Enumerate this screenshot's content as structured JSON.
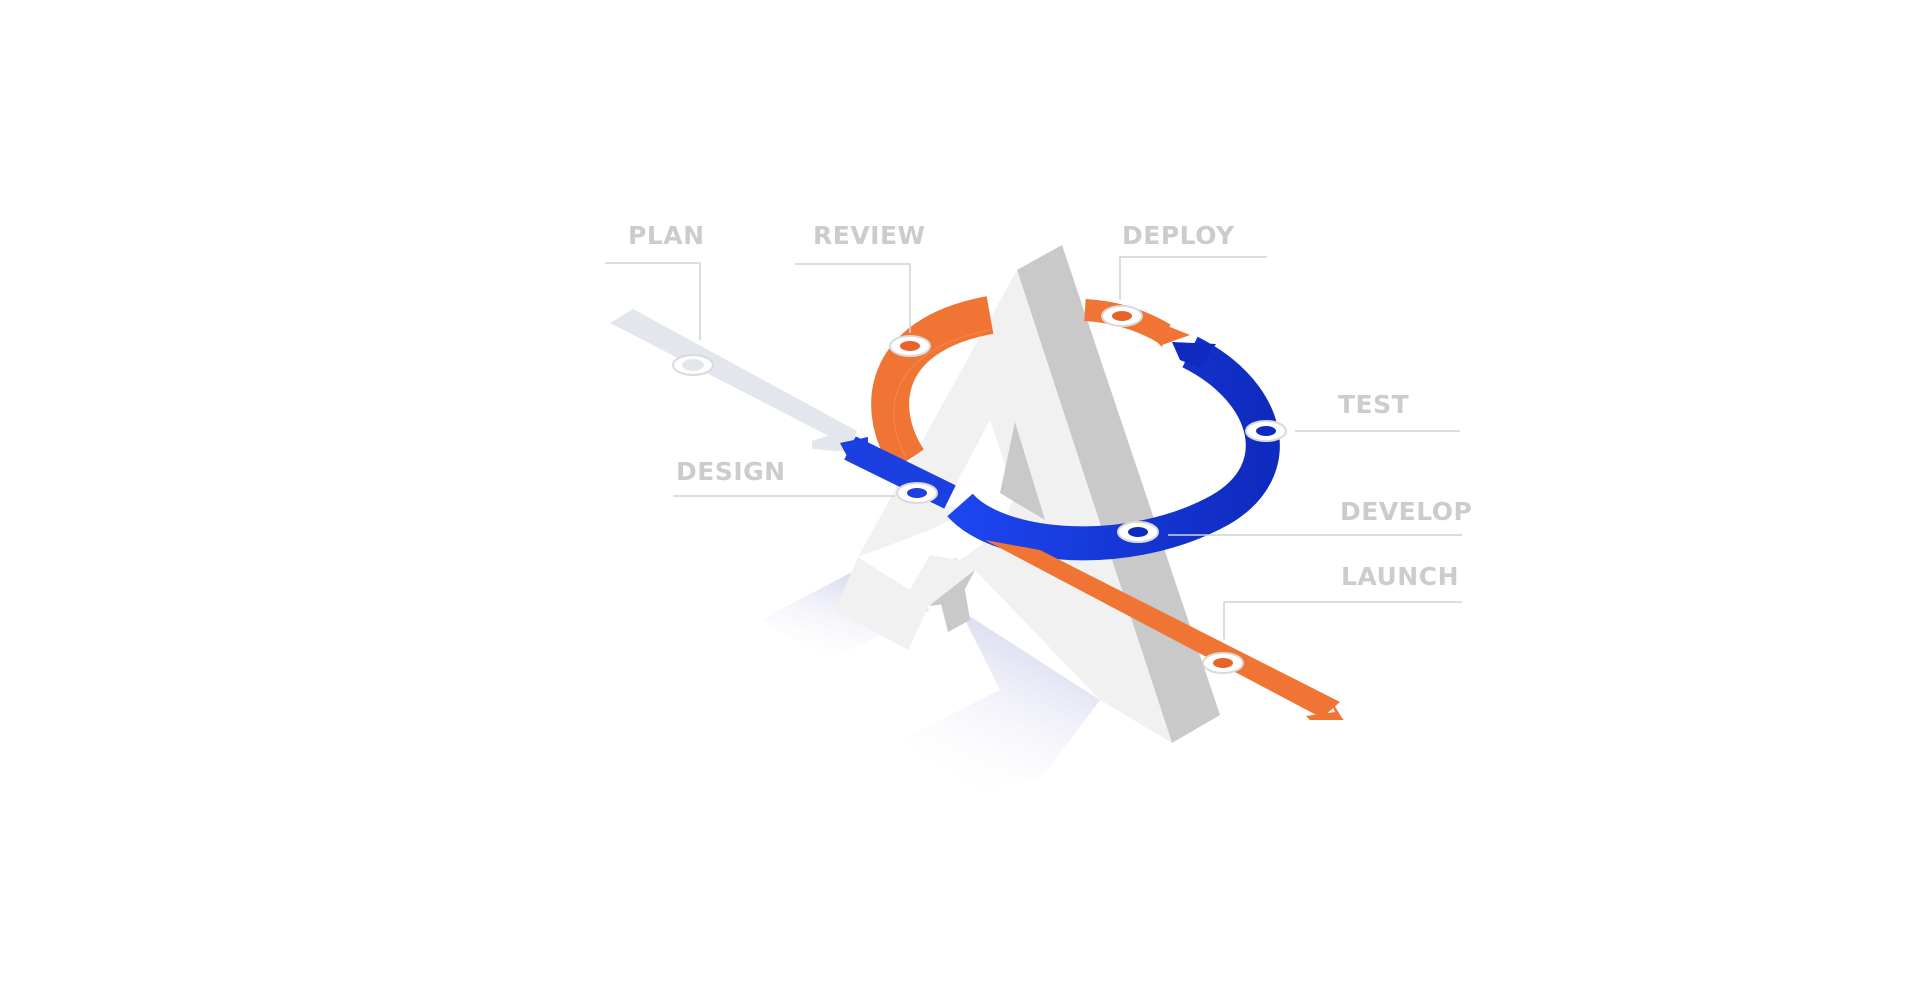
{
  "stages": {
    "plan": "PLAN",
    "review": "REVIEW",
    "deploy": "DEPLOY",
    "test": "TEST",
    "design": "DESIGN",
    "develop": "DEVELOP",
    "launch": "LAUNCH"
  },
  "colors": {
    "label": "#cccccc",
    "leader_line": "#d2d2d2",
    "orange": "#f07535",
    "orange_dark": "#e8632a",
    "blue": "#1b3fe0",
    "blue_dark": "#0f2bbf",
    "light_arrow": "#e3e6ec",
    "letter_face": "#f1f1f1",
    "letter_side": "#c9c9c9",
    "shadow": "#d4d6ee"
  }
}
